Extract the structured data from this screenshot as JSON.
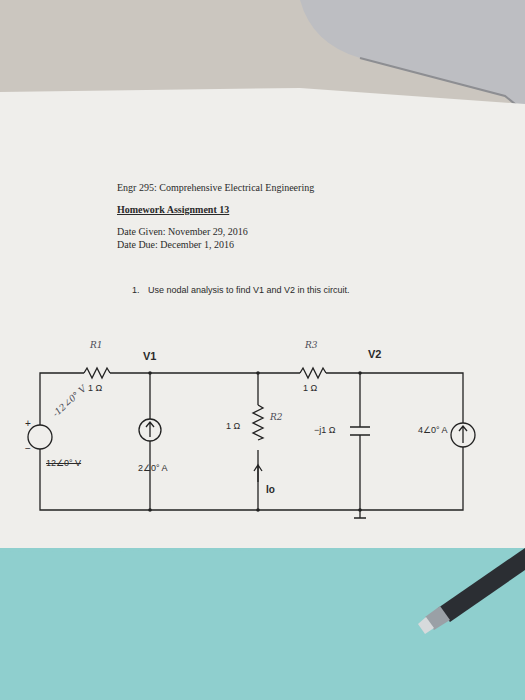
{
  "diagram": {
    "title": "Engr 295: Comprehensive Electrical Engineering",
    "labels": [
      "Homework Assignment 13",
      "Date Given: November 29, 2016",
      "Date Due: December 1, 2016",
      "1.",
      "Use nodal analysis to find V1 and V2 in this circuit.",
      "R1",
      "V1",
      "R3",
      "V2",
      "1 Ω",
      "1 Ω",
      "+",
      "−",
      "-12∠0° V",
      "12∠0° V",
      "2∠0° A",
      "1 Ω",
      "R2",
      "Io",
      "−j1 Ω",
      "4∠0° A"
    ]
  }
}
